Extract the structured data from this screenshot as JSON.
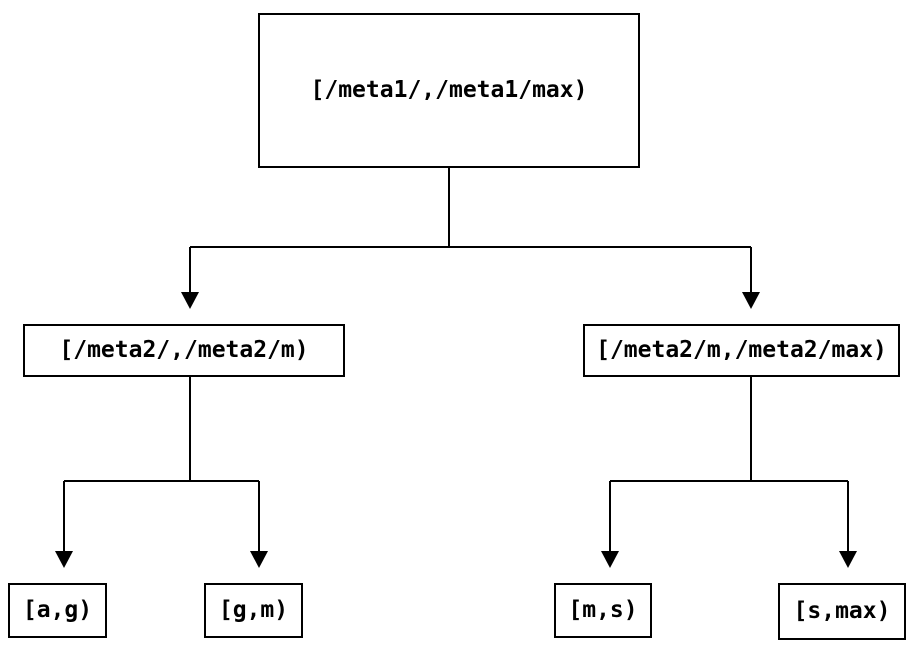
{
  "diagram": {
    "type": "tree",
    "root": {
      "id": "root",
      "label": "[/meta1/,/meta1/max)"
    },
    "level2": [
      {
        "id": "left",
        "label": "[/meta2/,/meta2/m)"
      },
      {
        "id": "right",
        "label": "[/meta2/m,/meta2/max)"
      }
    ],
    "leaves": [
      {
        "id": "leaf-ag",
        "label": "[a,g)",
        "parent": "left"
      },
      {
        "id": "leaf-gm",
        "label": "[g,m)",
        "parent": "left"
      },
      {
        "id": "leaf-ms",
        "label": "[m,s)",
        "parent": "right"
      },
      {
        "id": "leaf-smax",
        "label": "[s,max)",
        "parent": "right"
      }
    ],
    "edges": [
      {
        "from": "root",
        "to": "left"
      },
      {
        "from": "root",
        "to": "right"
      },
      {
        "from": "left",
        "to": "leaf-ag"
      },
      {
        "from": "left",
        "to": "leaf-gm"
      },
      {
        "from": "right",
        "to": "leaf-ms"
      },
      {
        "from": "right",
        "to": "leaf-smax"
      }
    ]
  },
  "colors": {
    "background": "#ffffff",
    "node_border": "#000000",
    "node_fill": "#ffffff",
    "text": "#000000",
    "edge": "#000000"
  }
}
